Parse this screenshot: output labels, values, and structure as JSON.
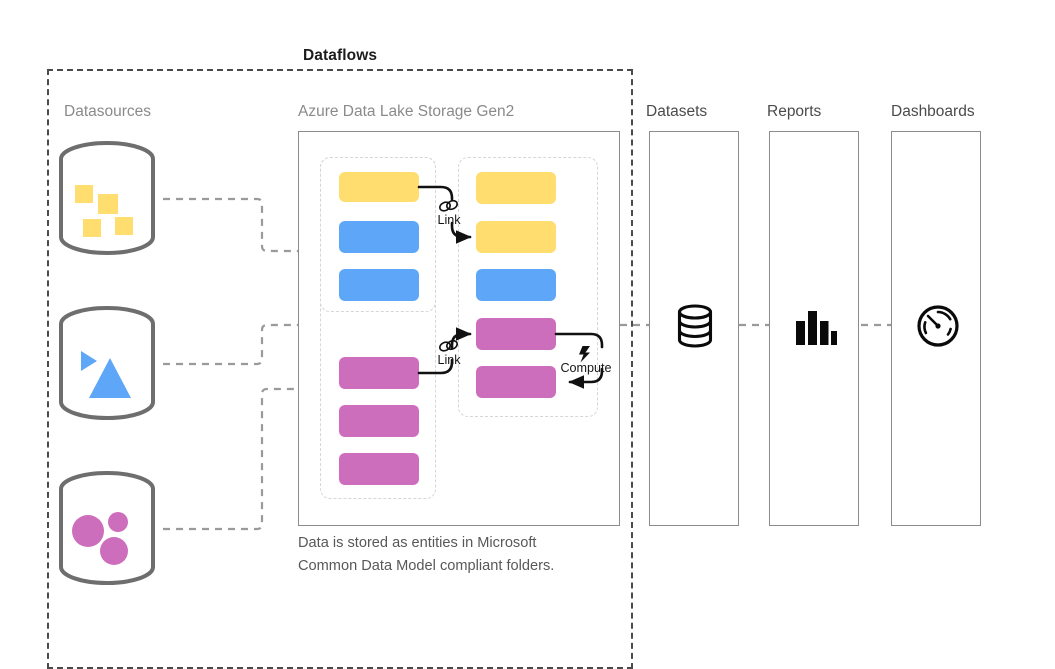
{
  "diagram": {
    "title": "Dataflows",
    "caption_line1": "Data is stored as entities in Microsoft",
    "caption_line2": "Common Data Model compliant folders.",
    "columns": {
      "datasources": "Datasources",
      "adls": "Azure Data Lake Storage Gen2",
      "datasets": "Datasets",
      "reports": "Reports",
      "dashboards": "Dashboards"
    },
    "arrow_labels": {
      "link_top": "Link",
      "link_bottom": "Link",
      "compute": "Compute"
    },
    "icons": {
      "link_top": "link-chain-icon",
      "link_bottom": "link-chain-icon",
      "compute": "lightning-bolt-icon",
      "datasets": "database-stack-icon",
      "reports": "bar-chart-icon",
      "dashboards": "gauge-icon"
    },
    "colors": {
      "yellow": "#FFDD6E",
      "blue": "#5EA7F8",
      "purple": "#CD6EBC",
      "cylinder_stroke": "#6E6E6E",
      "panel_stroke": "#8C8C8C",
      "dashed_gray": "#9a9a9a",
      "folder_dash": "#D6D6D6",
      "heading_gray": "#8A8A8A",
      "caption_gray": "#58585A",
      "title_black": "#1C1C1C"
    },
    "datasources": [
      {
        "name": "datasource-yellow",
        "shape": "squares",
        "color": "#FFDD6E",
        "count": 4
      },
      {
        "name": "datasource-blue",
        "shape": "triangles",
        "color": "#5EA7F8",
        "count": 2
      },
      {
        "name": "datasource-purple",
        "shape": "circles",
        "color": "#CD6EBC",
        "count": 3
      }
    ],
    "adls_folders": [
      {
        "name": "folder-top-left",
        "entities": [
          {
            "color": "#FFDD6E",
            "label": ""
          },
          {
            "color": "#5EA7F8",
            "label": ""
          },
          {
            "color": "#5EA7F8",
            "label": ""
          }
        ]
      },
      {
        "name": "folder-right",
        "entities": [
          {
            "color": "#FFDD6E",
            "label": ""
          },
          {
            "color": "#FFDD6E",
            "label": ""
          },
          {
            "color": "#5EA7F8",
            "label": ""
          },
          {
            "color": "#CD6EBC",
            "label": ""
          },
          {
            "color": "#CD6EBC",
            "label": ""
          }
        ]
      },
      {
        "name": "folder-bottom-left",
        "entities": [
          {
            "color": "#CD6EBC",
            "label": ""
          },
          {
            "color": "#CD6EBC",
            "label": ""
          },
          {
            "color": "#CD6EBC",
            "label": ""
          }
        ]
      }
    ]
  }
}
